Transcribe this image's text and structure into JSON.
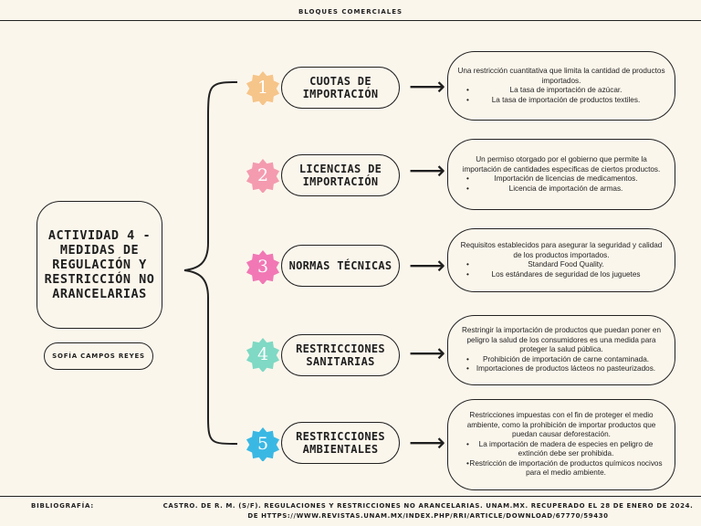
{
  "header": {
    "title": "BLOQUES COMERCIALES"
  },
  "main": {
    "title": "ACTIVIDAD 4 - MEDIDAS DE REGULACIÓN Y RESTRICCIÓN NO ARANCELARIAS",
    "author": "SOFÍA CAMPOS REYES"
  },
  "colors": {
    "badge_1": "#f6c58a",
    "badge_2": "#f49bb0",
    "badge_3": "#f178b5",
    "badge_4": "#7fd9c4",
    "badge_5": "#3ab8e4",
    "line": "#222222",
    "background": "#fbf6ec"
  },
  "items": [
    {
      "number": "1",
      "title": "CUOTAS DE IMPORTACIÓN",
      "description": "Una restricción cuantitativa que limita la cantidad de productos importados.",
      "bullets": [
        "La tasa de importación de azúcar.",
        "La tasa de importación de productos textiles."
      ]
    },
    {
      "number": "2",
      "title": "LICENCIAS DE IMPORTACIÓN",
      "description": "Un permiso otorgado por el gobierno que permite la importación de cantidades especificas de ciertos productos.",
      "bullets": [
        "Importación de licencias de medicamentos.",
        "Licencia de importación de armas."
      ]
    },
    {
      "number": "3",
      "title": "NORMAS TÉCNICAS",
      "description": "Requisitos establecidos para asegurar la seguridad y calidad de los productos importados.",
      "bullets": [
        "Standard Food Quality.",
        "Los estándares de seguridad de los juguetes"
      ]
    },
    {
      "number": "4",
      "title": "RESTRICCIONES SANITARIAS",
      "description": "Restringir la importación de productos que puedan poner en peligro la salud de los consumidores es una medida para proteger la salud pública.",
      "bullets": [
        "Prohibición de importación de carne contaminada.",
        "Importaciones de productos lácteos no pasteurizados."
      ]
    },
    {
      "number": "5",
      "title": "RESTRICCIONES AMBIENTALES",
      "description": "Restricciones impuestas con el fin de proteger el medio ambiente, como la prohibición de importar productos que puedan causar deforestación.",
      "bullets": [
        "La importación de madera de especies en peligro de extinción debe ser prohibida.",
        "Restricción de importación de productos químicos nocivos para el medio ambiente."
      ]
    }
  ],
  "arrow_glyph": "⟶",
  "bibliography": {
    "label": "BIBLIOGRAFÍA:",
    "text": "CASTRO. DE R. M. (S/F). REGULACIONES Y RESTRICCIONES NO ARANCELARIAS. UNAM.MX. RECUPERADO EL 28 DE ENERO DE 2024. DE HTTPS://WWW.REVISTAS.UNAM.MX/INDEX.PHP/RRI/ARTICLE/DOWNLOAD/67770/59430"
  }
}
